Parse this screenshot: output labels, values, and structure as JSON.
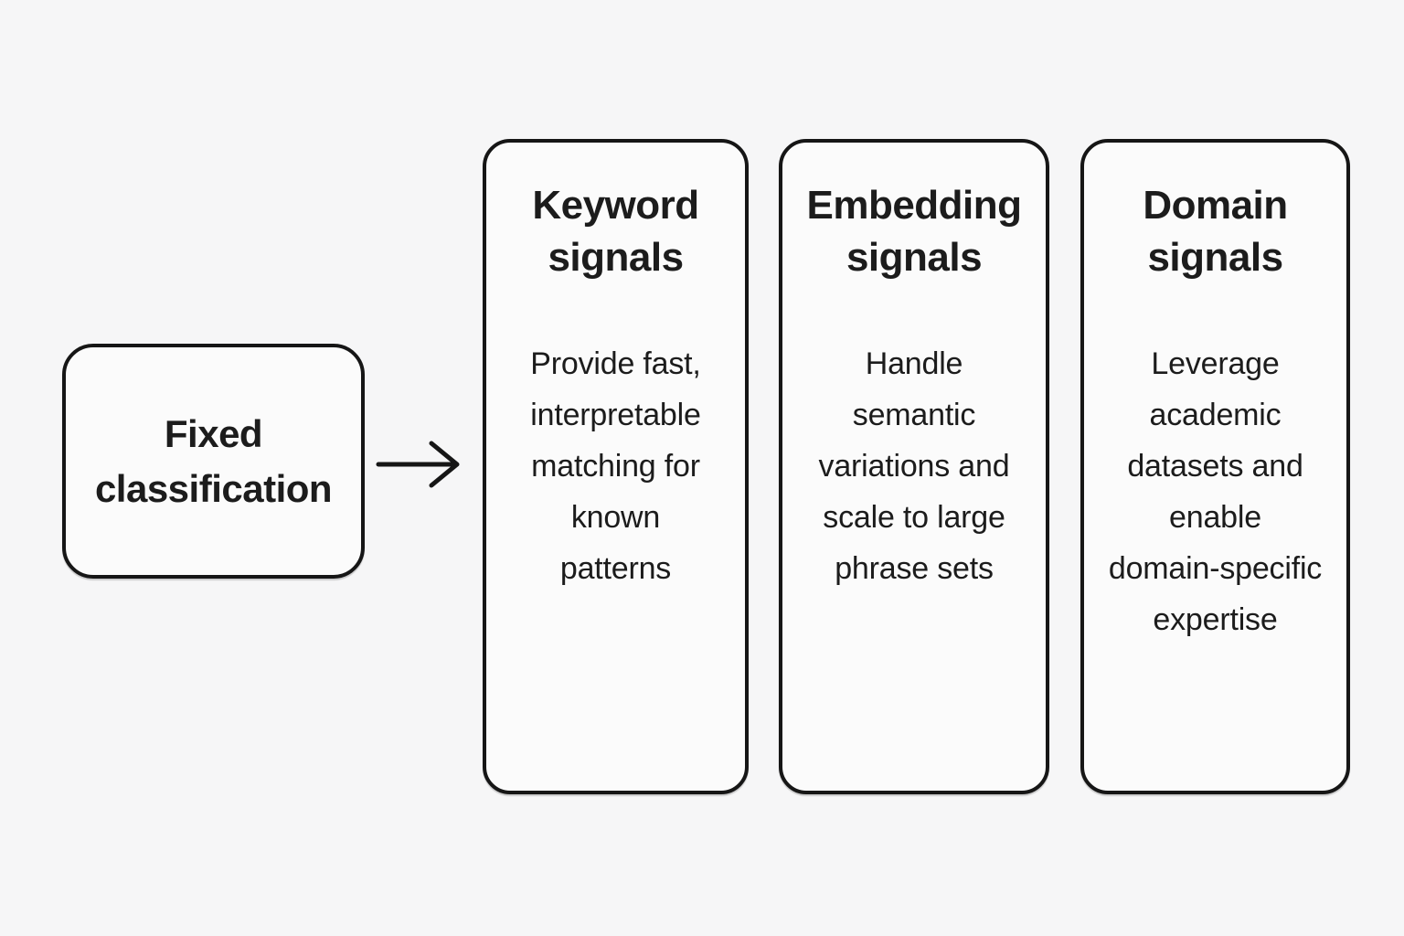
{
  "colors": {
    "background": "#f6f6f7",
    "card_fill": "#fbfbfb",
    "stroke": "#161616",
    "text": "#1c1c1c"
  },
  "source_box": {
    "label": "Fixed\nclassification"
  },
  "arrow": {
    "icon": "right-arrow-icon",
    "direction": "right"
  },
  "cards": [
    {
      "title": "Keyword\nsignals",
      "body": "Provide fast,\ninterpretable\nmatching for\nknown\npatterns"
    },
    {
      "title": "Embedding\nsignals",
      "body": "Handle\nsemantic\nvariations and\nscale to large\nphrase sets"
    },
    {
      "title": "Domain\nsignals",
      "body": "Leverage\nacademic\ndatasets and\nenable\ndomain-specific\nexpertise"
    }
  ]
}
